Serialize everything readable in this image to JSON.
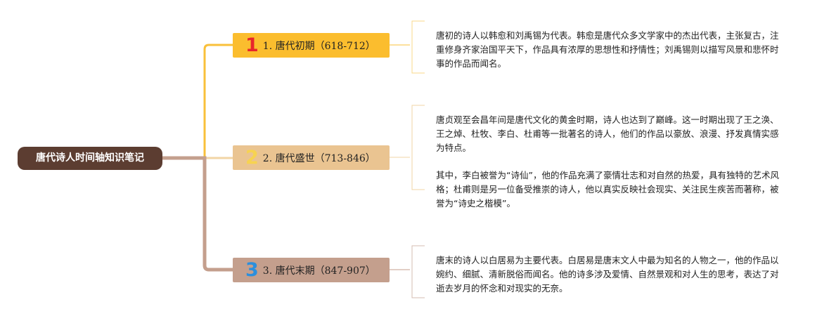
{
  "root": {
    "label": "唐代诗人时间轴知识笔记"
  },
  "branches": [
    {
      "num": "1",
      "label": "1. 唐代初期（618-712）"
    },
    {
      "num": "2",
      "label": "2. 唐代盛世（713-846）"
    },
    {
      "num": "3",
      "label": "3. 唐代末期（847-907）"
    }
  ],
  "notes": [
    "唐初的诗人以韩愈和刘禹锡为代表。韩愈是唐代众多文学家中的杰出代表，主张复古，注重修身齐家治国平天下，作品具有浓厚的思想性和抒情性；刘禹锡则以描写风景和悲怀时事的作品而闻名。",
    "唐贞观至会昌年间是唐代文化的黄金时期，诗人也达到了巅峰。这一时期出现了王之涣、王之焯、杜牧、李白、杜甫等一批著名的诗人，他们的作品以豪放、浪漫、抒发真情实感为特点。",
    "其中，李白被誉为“诗仙”，他的作品充满了豪情壮志和对自然的热爱，具有独特的艺术风格；杜甫则是另一位备受推崇的诗人，他以真实反映社会现实、关注民生疾苦而著称，被誉为“诗史之楷模”。",
    "唐末的诗人以白居易为主要代表。白居易是唐末文人中最为知名的人物之一，他的作品以婉约、细腻、清新脱俗而闻名。他的诗多涉及爱情、自然景观和对人生的思考，表达了对逝去岁月的怀念和对现实的无奈。"
  ],
  "colors": {
    "root": "#5c3d31",
    "branch1": "#fbbd2e",
    "branch2": "#eac491",
    "branch3": "#c49f8d",
    "connector1": "#f9c03a",
    "connector2": "#f2d5a5",
    "connector3": "#c49f8d"
  }
}
